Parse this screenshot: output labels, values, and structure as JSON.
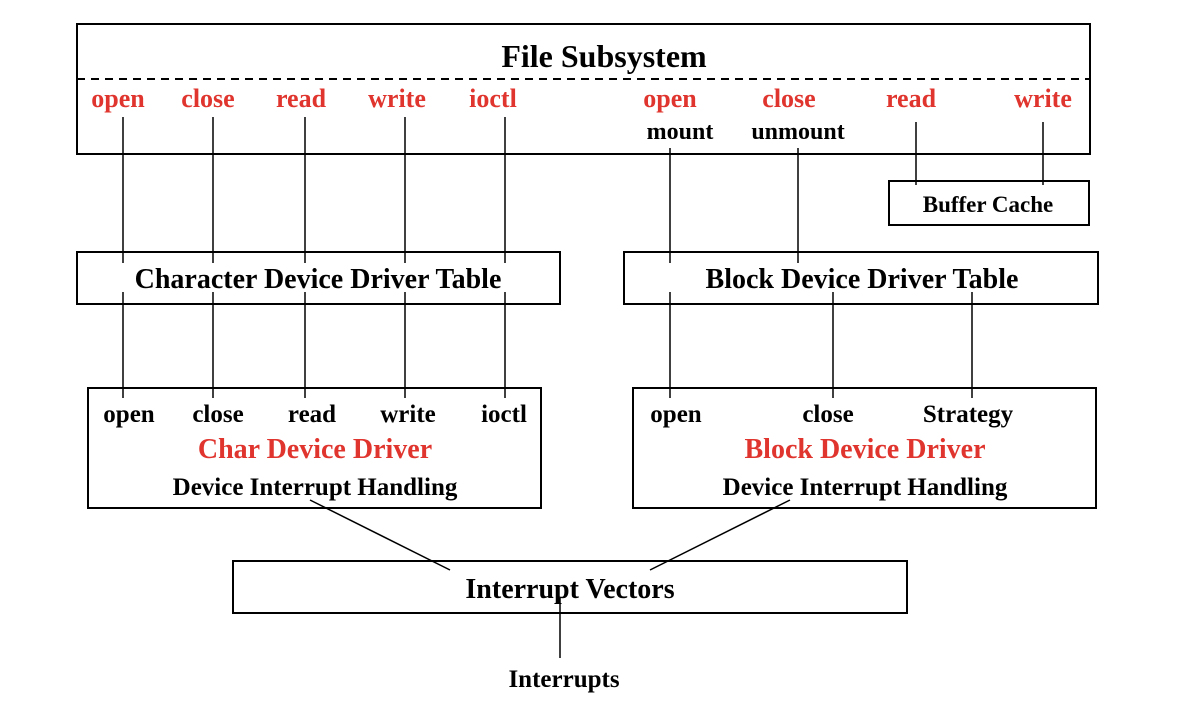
{
  "file_subsystem": {
    "title": "File Subsystem",
    "char_ops": [
      "open",
      "close",
      "read",
      "write",
      "ioctl"
    ],
    "block_ops": [
      "open",
      "close",
      "read",
      "write"
    ],
    "block_ops_sub": [
      "mount",
      "unmount"
    ]
  },
  "buffer_cache": {
    "label": "Buffer Cache"
  },
  "char_table": {
    "label": "Character Device Driver Table"
  },
  "block_table": {
    "label": "Block Device Driver Table"
  },
  "char_driver": {
    "ops": [
      "open",
      "close",
      "read",
      "write",
      "ioctl"
    ],
    "title": "Char Device Driver",
    "subtitle": "Device Interrupt Handling"
  },
  "block_driver": {
    "ops": [
      "open",
      "close",
      "Strategy"
    ],
    "title": "Block Device Driver",
    "subtitle": "Device Interrupt Handling"
  },
  "interrupt_vectors": {
    "label": "Interrupt Vectors"
  },
  "interrupts": {
    "label": "Interrupts"
  },
  "colors": {
    "highlight": "#e0352e",
    "ink": "#000000"
  }
}
